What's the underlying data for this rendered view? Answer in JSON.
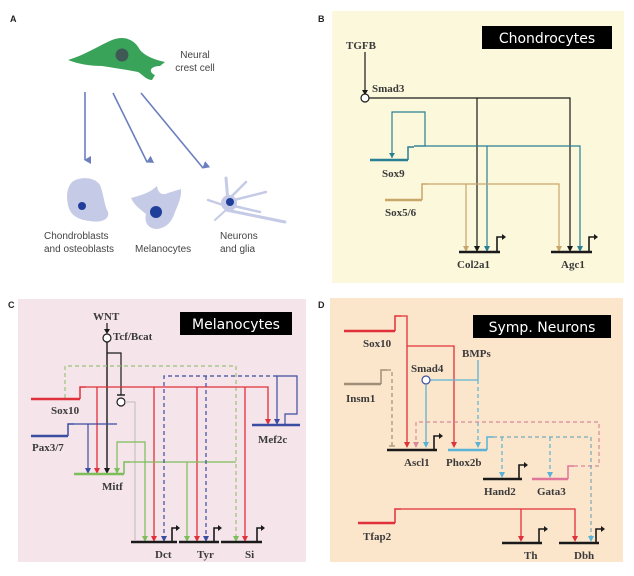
{
  "panels": {
    "a": {
      "letter": "A",
      "source_cell": "Neural crest cell",
      "source_cell_lines": [
        "Neural",
        "crest cell"
      ],
      "derivatives": [
        {
          "lines": [
            "Chondroblasts",
            "and osteoblasts"
          ]
        },
        {
          "lines": [
            "Melanocytes"
          ]
        },
        {
          "lines": [
            "Neurons",
            "and glia"
          ]
        }
      ]
    },
    "b": {
      "letter": "B",
      "title": "Chondrocytes",
      "nodes": {
        "tgfb": "TGFB",
        "smad3": "Smad3",
        "sox9": "Sox9",
        "sox56": "Sox5/6",
        "col2a1": "Col2a1",
        "agc1": "Agc1"
      }
    },
    "c": {
      "letter": "C",
      "title": "Melanocytes",
      "nodes": {
        "wnt": "WNT",
        "tcf": "Tcf/Bcat",
        "sox10": "Sox10",
        "pax37": "Pax3/7",
        "mitf": "Mitf",
        "mef2c": "Mef2c",
        "dct": "Dct",
        "tyr": "Tyr",
        "si": "Si"
      }
    },
    "d": {
      "letter": "D",
      "title": "Symp. Neurons",
      "nodes": {
        "sox10": "Sox10",
        "bmps": "BMPs",
        "smad4": "Smad4",
        "insm1": "Insm1",
        "ascl1": "Ascl1",
        "phox2b": "Phox2b",
        "hand2": "Hand2",
        "gata3": "Gata3",
        "tfap2": "Tfap2",
        "th": "Th",
        "dbh": "Dbh"
      }
    }
  },
  "colors": {
    "panel_b_bg": "#fbf8dc",
    "panel_c_bg": "#f5e4ea",
    "panel_d_bg": "#fbe6cc",
    "neural_crest_green": "#3aa35a",
    "derivative_cell": "#c5cbe6",
    "nucleus": "#1f3f9a",
    "arrow_blue": "#6b7fbf",
    "teal": "#2a7f94",
    "tan": "#c9a56a",
    "red": "#e0303a",
    "navy": "#3b4da0",
    "green": "#7dbd5a",
    "light_blue": "#5ab2d6",
    "pink": "#e0779a",
    "brown_gray": "#a08e78",
    "black": "#1a1a1a"
  }
}
